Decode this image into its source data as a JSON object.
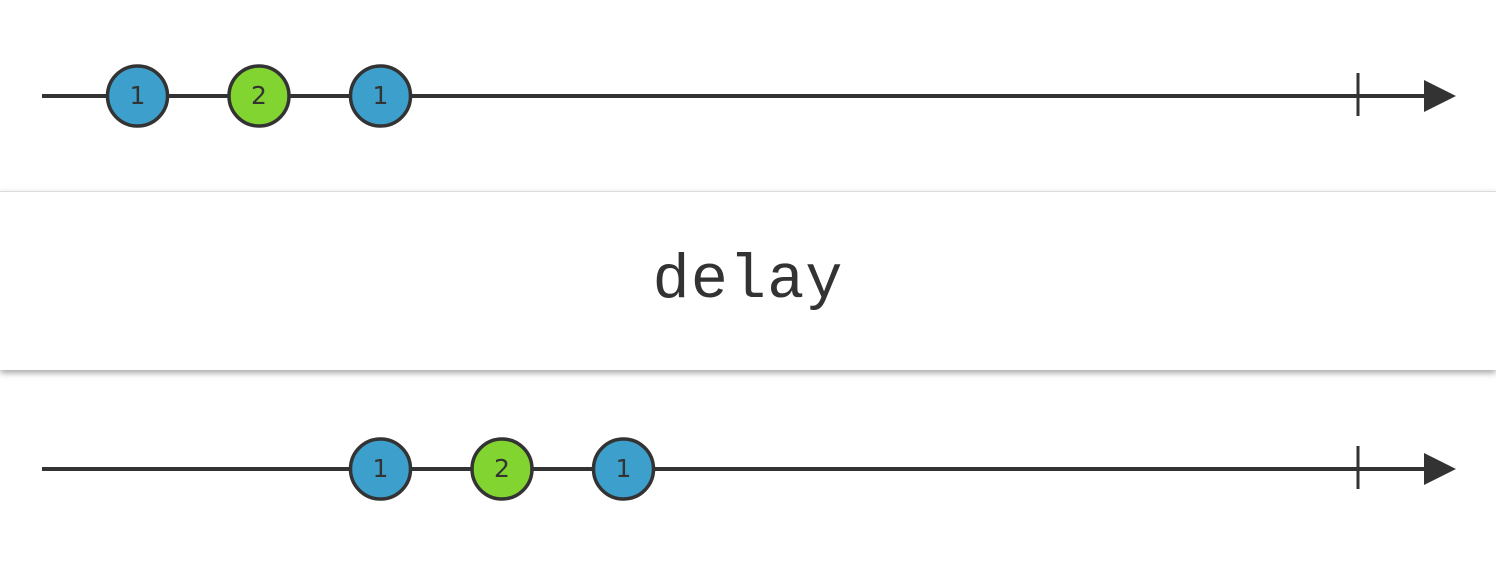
{
  "operator": {
    "label": "delay"
  },
  "colors": {
    "line": "#333333",
    "marble_1": "#3d9fcc",
    "marble_2": "#82d531",
    "text": "#333333"
  },
  "input": {
    "marbles": [
      {
        "label": "1",
        "time": 1,
        "color": "#3d9fcc"
      },
      {
        "label": "2",
        "time": 2,
        "color": "#82d531"
      },
      {
        "label": "1",
        "time": 3,
        "color": "#3d9fcc"
      }
    ],
    "completion_time": 10
  },
  "output": {
    "marbles": [
      {
        "label": "1",
        "time": 3,
        "color": "#3d9fcc"
      },
      {
        "label": "2",
        "time": 4,
        "color": "#82d531"
      },
      {
        "label": "1",
        "time": 5,
        "color": "#3d9fcc"
      }
    ],
    "completion_time": 10
  }
}
